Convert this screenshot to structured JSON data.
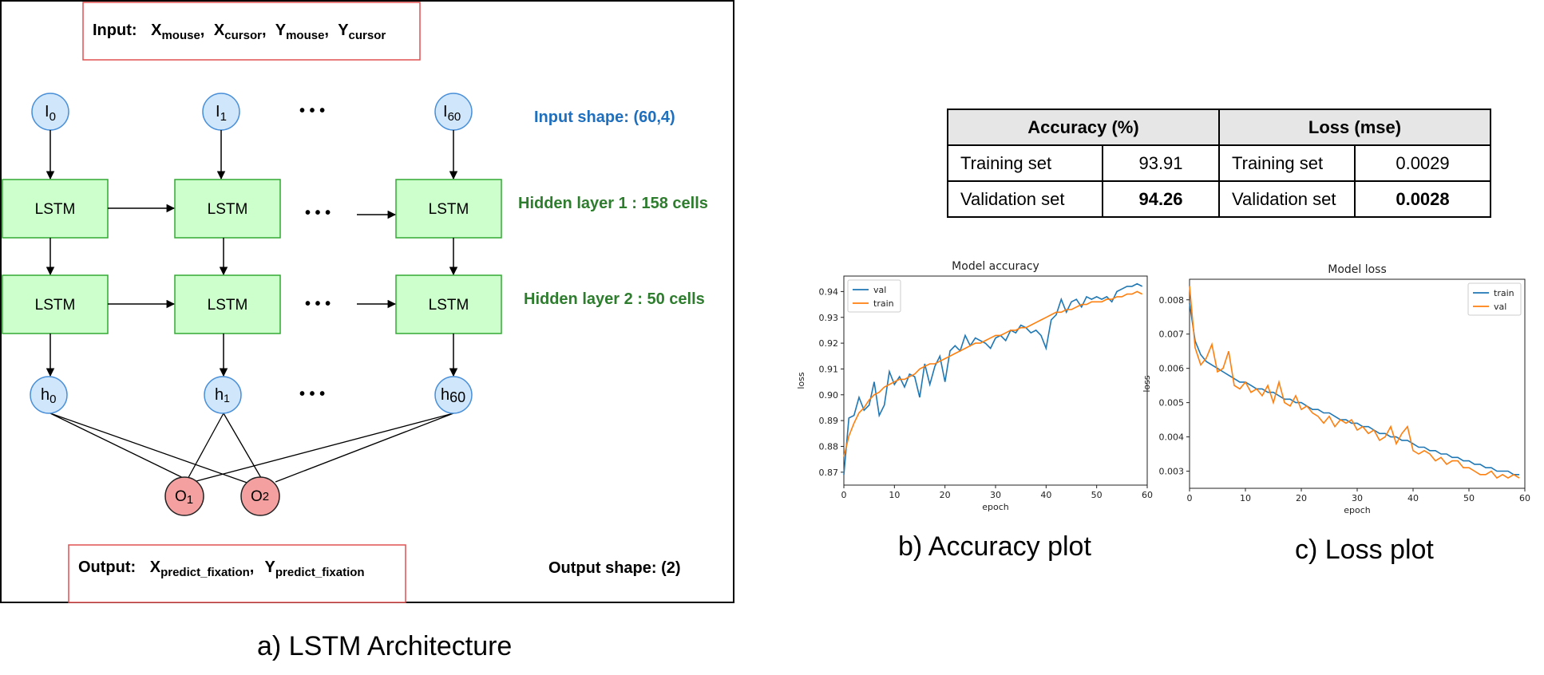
{
  "diagram": {
    "input_label": "Input:",
    "input_vars": [
      {
        "base": "X",
        "sub": "mouse",
        "sep": ","
      },
      {
        "base": "X",
        "sub": "cursor",
        "sep": ","
      },
      {
        "base": "Y",
        "sub": "mouse",
        "sep": ","
      },
      {
        "base": "Y",
        "sub": "cursor",
        "sep": ""
      }
    ],
    "input_nodes": [
      {
        "base": "I",
        "sub": "0"
      },
      {
        "base": "I",
        "sub": "1"
      },
      {
        "base": "I",
        "sub": "60"
      }
    ],
    "ellipsis": "• • •",
    "lstm_label": "LSTM",
    "hidden_nodes": [
      {
        "base": "h",
        "sub": "0"
      },
      {
        "base": "h",
        "sub": "1"
      },
      {
        "base": "h",
        "sub": "60"
      }
    ],
    "output_nodes": [
      {
        "base": "O",
        "sub": "1"
      },
      {
        "base": "O",
        "sub": "2"
      }
    ],
    "input_shape": "Input shape: (60,4)",
    "hidden_layer_1": "Hidden layer 1 : 158 cells",
    "hidden_layer_2": "Hidden layer 2 : 50 cells",
    "output_label": "Output:",
    "output_vars": [
      {
        "base": "X",
        "sub": "predict_fixation",
        "sep": ","
      },
      {
        "base": "Y",
        "sub": "predict_fixation",
        "sep": ""
      }
    ],
    "output_shape": "Output shape: (2)",
    "colors": {
      "node_blue": "#cfe6fb",
      "node_blue_stroke": "#4a90d9",
      "lstm_fill": "#ccffcc",
      "lstm_stroke": "#33aa33",
      "out_fill": "#f4a0a0",
      "box_red": "#e05050",
      "input_shape_text": "#1f6fbf",
      "hidden_text": "#2e7d2e"
    }
  },
  "table": {
    "headers": [
      "Accuracy (%)",
      "Loss (mse)"
    ],
    "rows": [
      {
        "acc_label": "Training set",
        "acc_value": "93.91",
        "loss_label": "Training set",
        "loss_value": "0.0029",
        "bold": false
      },
      {
        "acc_label": "Validation set",
        "acc_value": "94.26",
        "loss_label": "Validation set",
        "loss_value": "0.0028",
        "bold": true
      }
    ]
  },
  "captions": {
    "a": "a) LSTM Architecture",
    "b": "b) Accuracy plot",
    "c": "c) Loss plot"
  },
  "chart_data": [
    {
      "type": "line",
      "title": "Model accuracy",
      "xlabel": "epoch",
      "ylabel": "loss",
      "xlim": [
        0,
        60
      ],
      "ylim": [
        0.865,
        0.946
      ],
      "xticks": [
        0,
        10,
        20,
        30,
        40,
        50,
        60
      ],
      "yticks": [
        0.87,
        0.88,
        0.89,
        0.9,
        0.91,
        0.92,
        0.93,
        0.94
      ],
      "ytick_labels": [
        "0.87",
        "0.88",
        "0.89",
        "0.90",
        "0.91",
        "0.92",
        "0.93",
        "0.94"
      ],
      "legend": "top-left",
      "grid": false,
      "series": [
        {
          "name": "val",
          "color": "#1f77b4",
          "x": [
            0,
            1,
            2,
            3,
            4,
            5,
            6,
            7,
            8,
            9,
            10,
            11,
            12,
            13,
            14,
            15,
            16,
            17,
            18,
            19,
            20,
            21,
            22,
            23,
            24,
            25,
            26,
            27,
            28,
            29,
            30,
            31,
            32,
            33,
            34,
            35,
            36,
            37,
            38,
            39,
            40,
            41,
            42,
            43,
            44,
            45,
            46,
            47,
            48,
            49,
            50,
            51,
            52,
            53,
            54,
            55,
            56,
            57,
            58,
            59
          ],
          "y": [
            0.869,
            0.891,
            0.892,
            0.899,
            0.894,
            0.896,
            0.905,
            0.892,
            0.896,
            0.909,
            0.904,
            0.907,
            0.903,
            0.908,
            0.907,
            0.899,
            0.912,
            0.904,
            0.911,
            0.915,
            0.905,
            0.917,
            0.919,
            0.917,
            0.923,
            0.919,
            0.922,
            0.921,
            0.92,
            0.918,
            0.922,
            0.923,
            0.921,
            0.925,
            0.924,
            0.927,
            0.926,
            0.924,
            0.925,
            0.923,
            0.918,
            0.929,
            0.931,
            0.937,
            0.932,
            0.936,
            0.937,
            0.934,
            0.938,
            0.937,
            0.938,
            0.937,
            0.938,
            0.936,
            0.94,
            0.941,
            0.942,
            0.942,
            0.943,
            0.942
          ]
        },
        {
          "name": "train",
          "color": "#ff7f0e",
          "x": [
            0,
            1,
            2,
            3,
            4,
            5,
            6,
            7,
            8,
            9,
            10,
            11,
            12,
            13,
            14,
            15,
            16,
            17,
            18,
            19,
            20,
            21,
            22,
            23,
            24,
            25,
            26,
            27,
            28,
            29,
            30,
            31,
            32,
            33,
            34,
            35,
            36,
            37,
            38,
            39,
            40,
            41,
            42,
            43,
            44,
            45,
            46,
            47,
            48,
            49,
            50,
            51,
            52,
            53,
            54,
            55,
            56,
            57,
            58,
            59
          ],
          "y": [
            0.876,
            0.884,
            0.889,
            0.893,
            0.895,
            0.898,
            0.9,
            0.901,
            0.903,
            0.904,
            0.905,
            0.906,
            0.906,
            0.907,
            0.908,
            0.91,
            0.911,
            0.912,
            0.912,
            0.913,
            0.914,
            0.915,
            0.916,
            0.917,
            0.918,
            0.919,
            0.92,
            0.92,
            0.921,
            0.922,
            0.923,
            0.923,
            0.924,
            0.925,
            0.925,
            0.926,
            0.926,
            0.927,
            0.928,
            0.929,
            0.93,
            0.931,
            0.932,
            0.932,
            0.933,
            0.933,
            0.934,
            0.935,
            0.935,
            0.936,
            0.936,
            0.936,
            0.937,
            0.937,
            0.938,
            0.938,
            0.939,
            0.939,
            0.94,
            0.939
          ]
        }
      ]
    },
    {
      "type": "line",
      "title": "Model loss",
      "xlabel": "epoch",
      "ylabel": "loss",
      "xlim": [
        0,
        60
      ],
      "ylim": [
        0.0025,
        0.0086
      ],
      "xticks": [
        0,
        10,
        20,
        30,
        40,
        50,
        60
      ],
      "yticks": [
        0.003,
        0.004,
        0.005,
        0.006,
        0.007,
        0.008
      ],
      "ytick_labels": [
        "0.003",
        "0.004",
        "0.005",
        "0.006",
        "0.007",
        "0.008"
      ],
      "legend": "top-right",
      "grid": false,
      "series": [
        {
          "name": "train",
          "color": "#1f77b4",
          "x": [
            0,
            1,
            2,
            3,
            4,
            5,
            6,
            7,
            8,
            9,
            10,
            11,
            12,
            13,
            14,
            15,
            16,
            17,
            18,
            19,
            20,
            21,
            22,
            23,
            24,
            25,
            26,
            27,
            28,
            29,
            30,
            31,
            32,
            33,
            34,
            35,
            36,
            37,
            38,
            39,
            40,
            41,
            42,
            43,
            44,
            45,
            46,
            47,
            48,
            49,
            50,
            51,
            52,
            53,
            54,
            55,
            56,
            57,
            58,
            59
          ],
          "y": [
            0.0079,
            0.0068,
            0.0064,
            0.0062,
            0.0061,
            0.006,
            0.0059,
            0.0058,
            0.0057,
            0.0056,
            0.0056,
            0.0055,
            0.0054,
            0.0054,
            0.0053,
            0.0053,
            0.0052,
            0.0051,
            0.0051,
            0.005,
            0.005,
            0.0049,
            0.0048,
            0.0048,
            0.0047,
            0.0047,
            0.0046,
            0.0045,
            0.0045,
            0.0044,
            0.0044,
            0.0043,
            0.0043,
            0.0042,
            0.0041,
            0.0041,
            0.004,
            0.004,
            0.0039,
            0.0039,
            0.0038,
            0.0037,
            0.0037,
            0.0036,
            0.0036,
            0.0035,
            0.0035,
            0.0034,
            0.0034,
            0.0033,
            0.0033,
            0.0032,
            0.0032,
            0.0031,
            0.0031,
            0.003,
            0.003,
            0.003,
            0.0029,
            0.0029
          ]
        },
        {
          "name": "val",
          "color": "#ff7f0e",
          "x": [
            0,
            1,
            2,
            3,
            4,
            5,
            6,
            7,
            8,
            9,
            10,
            11,
            12,
            13,
            14,
            15,
            16,
            17,
            18,
            19,
            20,
            21,
            22,
            23,
            24,
            25,
            26,
            27,
            28,
            29,
            30,
            31,
            32,
            33,
            34,
            35,
            36,
            37,
            38,
            39,
            40,
            41,
            42,
            43,
            44,
            45,
            46,
            47,
            48,
            49,
            50,
            51,
            52,
            53,
            54,
            55,
            56,
            57,
            58,
            59
          ],
          "y": [
            0.0084,
            0.0066,
            0.0061,
            0.0063,
            0.0067,
            0.0059,
            0.006,
            0.0065,
            0.0055,
            0.0054,
            0.0056,
            0.0053,
            0.0054,
            0.0052,
            0.0055,
            0.005,
            0.0056,
            0.005,
            0.0049,
            0.0052,
            0.0048,
            0.0049,
            0.0047,
            0.0046,
            0.0044,
            0.0046,
            0.0043,
            0.0045,
            0.0044,
            0.0045,
            0.0042,
            0.0043,
            0.0041,
            0.0042,
            0.0039,
            0.004,
            0.0043,
            0.0038,
            0.0041,
            0.0043,
            0.0036,
            0.0035,
            0.0036,
            0.0035,
            0.0033,
            0.0034,
            0.0032,
            0.0033,
            0.0033,
            0.0031,
            0.0031,
            0.003,
            0.0029,
            0.0029,
            0.003,
            0.0028,
            0.0029,
            0.0028,
            0.0029,
            0.0028
          ]
        }
      ]
    }
  ]
}
